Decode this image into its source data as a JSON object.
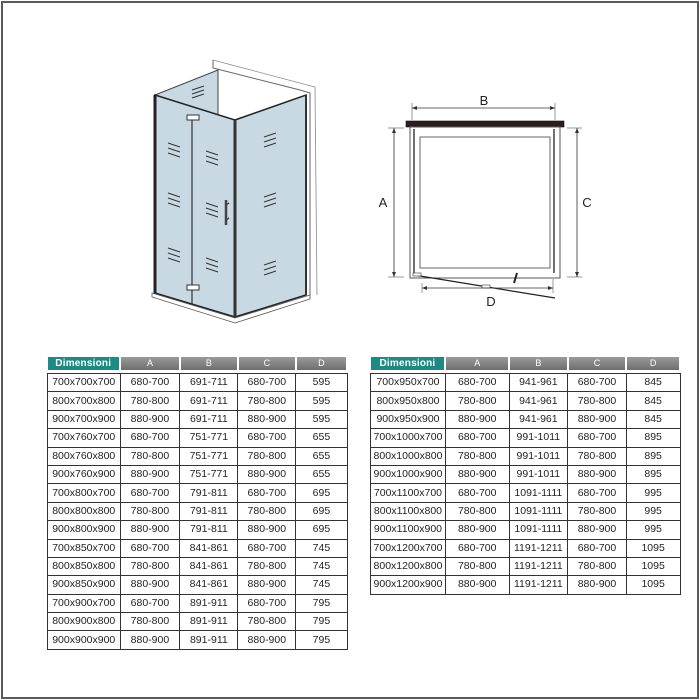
{
  "diagrams": {
    "isometric": {
      "label": "shower-enclosure-3d-view"
    },
    "plan": {
      "labels": {
        "A": "A",
        "B": "B",
        "C": "C",
        "D": "D"
      }
    }
  },
  "tables": {
    "headers": [
      "Dimensioni",
      "A",
      "B",
      "C",
      "D"
    ],
    "header_colors": {
      "first": "#1f8a84",
      "rest": "#808080"
    },
    "left": [
      [
        "700x700x700",
        "680-700",
        "691-711",
        "680-700",
        "595"
      ],
      [
        "800x700x800",
        "780-800",
        "691-711",
        "780-800",
        "595"
      ],
      [
        "900x700x900",
        "880-900",
        "691-711",
        "880-900",
        "595"
      ],
      [
        "700x760x700",
        "680-700",
        "751-771",
        "680-700",
        "655"
      ],
      [
        "800x760x800",
        "780-800",
        "751-771",
        "780-800",
        "655"
      ],
      [
        "900x760x900",
        "880-900",
        "751-771",
        "880-900",
        "655"
      ],
      [
        "700x800x700",
        "680-700",
        "791-811",
        "680-700",
        "695"
      ],
      [
        "800x800x800",
        "780-800",
        "791-811",
        "780-800",
        "695"
      ],
      [
        "900x800x900",
        "880-900",
        "791-811",
        "880-900",
        "695"
      ],
      [
        "700x850x700",
        "680-700",
        "841-861",
        "680-700",
        "745"
      ],
      [
        "800x850x800",
        "780-800",
        "841-861",
        "780-800",
        "745"
      ],
      [
        "900x850x900",
        "880-900",
        "841-861",
        "880-900",
        "745"
      ],
      [
        "700x900x700",
        "680-700",
        "891-911",
        "680-700",
        "795"
      ],
      [
        "800x900x800",
        "780-800",
        "891-911",
        "780-800",
        "795"
      ],
      [
        "900x900x900",
        "880-900",
        "891-911",
        "880-900",
        "795"
      ]
    ],
    "right": [
      [
        "700x950x700",
        "680-700",
        "941-961",
        "680-700",
        "845"
      ],
      [
        "800x950x800",
        "780-800",
        "941-961",
        "780-800",
        "845"
      ],
      [
        "900x950x900",
        "880-900",
        "941-961",
        "880-900",
        "845"
      ],
      [
        "700x1000x700",
        "680-700",
        "991-1011",
        "680-700",
        "895"
      ],
      [
        "800x1000x800",
        "780-800",
        "991-1011",
        "780-800",
        "895"
      ],
      [
        "900x1000x900",
        "880-900",
        "991-1011",
        "880-900",
        "895"
      ],
      [
        "700x1100x700",
        "680-700",
        "1091-1111",
        "680-700",
        "995"
      ],
      [
        "800x1100x800",
        "780-800",
        "1091-1111",
        "780-800",
        "995"
      ],
      [
        "900x1100x900",
        "880-900",
        "1091-1111",
        "880-900",
        "995"
      ],
      [
        "700x1200x700",
        "680-700",
        "1191-1211",
        "680-700",
        "1095"
      ],
      [
        "800x1200x800",
        "780-800",
        "1191-1211",
        "780-800",
        "1095"
      ],
      [
        "900x1200x900",
        "880-900",
        "1191-1211",
        "880-900",
        "1095"
      ]
    ]
  }
}
